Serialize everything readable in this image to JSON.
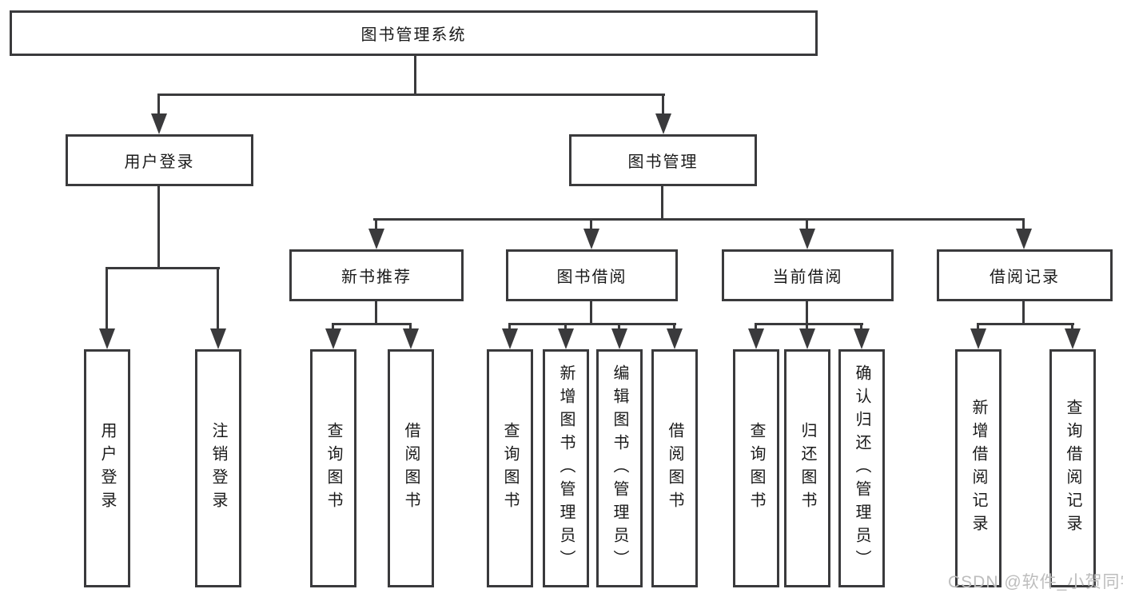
{
  "nodes": {
    "root": "图书管理系统",
    "user_login": "用户登录",
    "book_mgmt": "图书管理",
    "new_book": "新书推荐",
    "book_borrow": "图书借阅",
    "current_borrow": "当前借阅",
    "borrow_record": "借阅记录",
    "user_leaves": [
      "用户登录",
      "注销登录"
    ],
    "new_book_leaves": [
      "查询图书",
      "借阅图书"
    ],
    "book_borrow_leaves": [
      "查询图书",
      "新增图书（管理员）",
      "编辑图书（管理员）",
      "借阅图书"
    ],
    "current_borrow_leaves": [
      "查询图书",
      "归还图书",
      "确认归还（管理员）"
    ],
    "borrow_record_leaves": [
      "新增借阅记录",
      "查询借阅记录"
    ]
  },
  "watermark": "CSDN @软件_小贺同学",
  "colors": {
    "line": "#3a3a3c",
    "text": "#1a1a1a",
    "watermark": "#bdbdbd",
    "background": "#ffffff"
  }
}
